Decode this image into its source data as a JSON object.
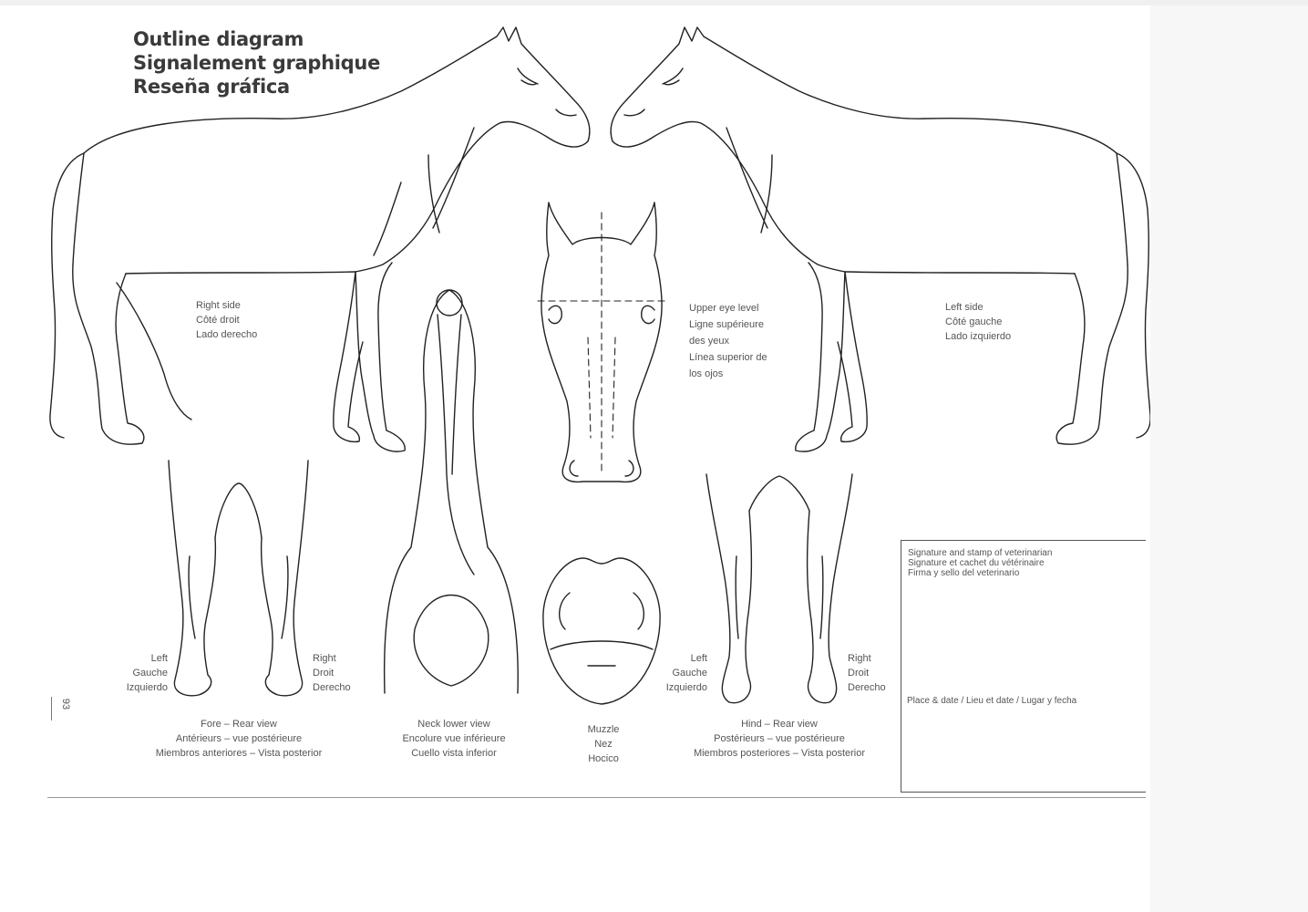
{
  "title": {
    "line1": "Outline diagram",
    "line2": "Signalement graphique",
    "line3": "Reseña gráfica"
  },
  "right_side": {
    "line1": "Right side",
    "line2": "Côté droit",
    "line3": "Lado derecho"
  },
  "left_side": {
    "line1": "Left side",
    "line2": "Côté gauche",
    "line3": "Lado izquierdo"
  },
  "eye_level": {
    "line1": "Upper eye level",
    "line2": "Ligne supérieure",
    "line3": "des yeux",
    "line4": "Línea superior de",
    "line5": "los ojos"
  },
  "fore_left": {
    "line1": "Left",
    "line2": "Gauche",
    "line3": "Izquierdo"
  },
  "fore_right": {
    "line1": "Right",
    "line2": "Droit",
    "line3": "Derecho"
  },
  "hind_left": {
    "line1": "Left",
    "line2": "Gauche",
    "line3": "Izquierdo"
  },
  "hind_right": {
    "line1": "Right",
    "line2": "Droit",
    "line3": "Derecho"
  },
  "fore_caption": {
    "line1": "Fore – Rear view",
    "line2": "Antérieurs – vue postérieure",
    "line3": "Miembros anteriores – Vista posterior"
  },
  "neck_caption": {
    "line1": "Neck lower view",
    "line2": "Encolure vue inférieure",
    "line3": "Cuello vista inferior"
  },
  "muzzle_caption": {
    "line1": "Muzzle",
    "line2": "Nez",
    "line3": "Hocico"
  },
  "hind_caption": {
    "line1": "Hind – Rear view",
    "line2": "Postérieurs – vue postérieure",
    "line3": "Miembros posteriores – Vista posterior"
  },
  "signature": {
    "line1": "Signature and stamp of veterinarian",
    "line2": "Signature et cachet du vétérinaire",
    "line3": "Firma y sello del veterinario",
    "place_date": "Place & date / Lieu et date / Lugar y fecha"
  },
  "page_number": "93"
}
